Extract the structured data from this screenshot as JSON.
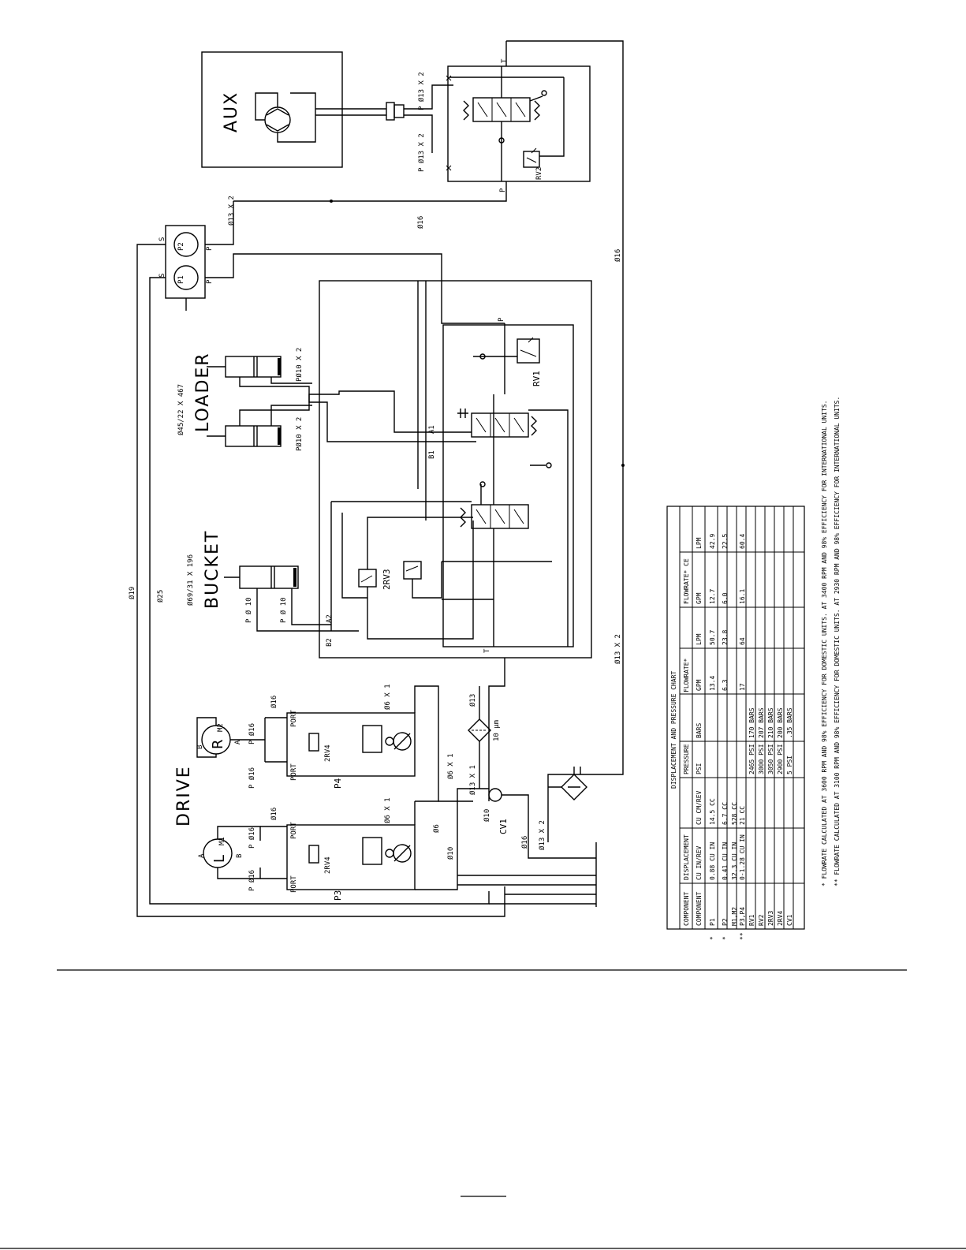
{
  "labels": {
    "aux": "AUX",
    "loader": "LOADER",
    "bucket": "BUCKET",
    "drive": "DRIVE",
    "loader_cyl_spec": "Ø45/22 X 467",
    "bucket_cyl_spec": "Ø69/31 X 196",
    "p_top_aux": "P  Ø13 X 2",
    "p_bot_aux": "P  Ø13 X 2",
    "t_aux": "T",
    "p_aux_valve": "P",
    "rv2": "RV2",
    "rv1": "RV1",
    "rv3": "2RV3",
    "rv4a": "2RV4",
    "rv4b": "2RV4",
    "p1": "P1",
    "p2": "P2",
    "p3": "P3",
    "p4": "P4",
    "m1": "M1",
    "m2": "M2",
    "l": "L",
    "r": "R",
    "cv1": "CV1",
    "filter": "10 µm",
    "a1": "A1",
    "b1": "B1",
    "a2": "A2",
    "b2": "B2",
    "t_main": "T",
    "p_main": "P",
    "d19": "Ø19",
    "d25": "Ø25",
    "d16a": "Ø16",
    "d16b": "Ø16",
    "d16c": "Ø16",
    "d16d": "Ø16",
    "d16e": "Ø16",
    "d16f": "Ø16",
    "d16g": "Ø16",
    "d13x2a": "Ø13 X 2",
    "d13x2b": "Ø13 X 2",
    "d13x2c": "Ø13 X 2",
    "d13": "Ø13",
    "d13x1": "Ø13 X 1",
    "d6x1a": "Ø6 X 1",
    "d6x1b": "Ø6 X 1",
    "d6x1c": "Ø6 X 1",
    "d6": "Ø6",
    "d10": "Ø10",
    "d10b": "Ø10",
    "p10x2a": "PØ10 X 2",
    "p10x2b": "PØ10 X 2",
    "pd10a": "P  Ø 10",
    "pd10b": "P  Ø 10",
    "p16a": "P   Ø16",
    "p16b": "P   Ø16",
    "p16c": "P   Ø16",
    "p16d": "P   Ø16",
    "s1": "S",
    "s2": "S",
    "pp1": "P",
    "pp2": "P",
    "port_a1": "A",
    "port_b1": "B",
    "port_a2": "A",
    "port_b2": "B",
    "port1": "PORT",
    "port2": "PORT",
    "port3": "PORT",
    "port4": "PORT"
  },
  "chart": {
    "title": "DISPLACEMENT AND PRESSURE CHART",
    "groups": [
      "COMPONENT",
      "DISPLACEMENT",
      "PRESSURE",
      "FLOWRATE*",
      "FLOWRATE* CE"
    ],
    "columns": [
      "COMPONENT",
      "CU IN/REV",
      "CU CM/REV",
      "PSI",
      "BARS",
      "GPM",
      "LPM",
      "GPM",
      "LPM"
    ],
    "rows": [
      {
        "mark": "*",
        "cells": [
          "P1",
          "0.88 CU IN",
          "14.5 CC",
          "",
          "",
          "13.4",
          "50.7",
          "12.7",
          "42.9"
        ]
      },
      {
        "mark": "*",
        "cells": [
          "P2",
          "0.41 CU IN",
          "6.7 CC",
          "",
          "",
          "6.3",
          "23.8",
          "6.0",
          "22.5"
        ]
      },
      {
        "mark": "",
        "cells": [
          "M1,M2",
          "32.3 CU IN",
          "528 CC",
          "",
          "",
          "",
          "",
          "",
          ""
        ]
      },
      {
        "mark": "**",
        "cells": [
          "P3,P4",
          "0-1.28 CU IN",
          "21 CC",
          "",
          "",
          "17",
          "64",
          "16.1",
          "60.4"
        ]
      },
      {
        "mark": "",
        "cells": [
          "RV1",
          "",
          "",
          "2465 PSI",
          "170 BARS",
          "",
          "",
          "",
          ""
        ]
      },
      {
        "mark": "",
        "cells": [
          "RV2",
          "",
          "",
          "3000 PSI",
          "207 BARS",
          "",
          "",
          "",
          ""
        ]
      },
      {
        "mark": "",
        "cells": [
          "2RV3",
          "",
          "",
          "3050 PSI",
          "210 BARS",
          "",
          "",
          "",
          ""
        ]
      },
      {
        "mark": "",
        "cells": [
          "2RV4",
          "",
          "",
          "2900 PSI",
          "200 BARS",
          "",
          "",
          "",
          ""
        ]
      },
      {
        "mark": "",
        "cells": [
          "CV1",
          "",
          "",
          "5 PSI",
          ".35 BARS",
          "",
          "",
          "",
          ""
        ]
      }
    ],
    "notes": [
      "*  FLOWRATE CALCULATED AT 3600 RPM AND 98% EFFICIENCY FOR DOMESTIC UNITS.  AT 3400 RPM AND 98% EFFICIENCY FOR INTERNATIONAL UNITS.",
      "** FLOWRATE CALCULATED AT 3100 RPM AND 98% EFFICIENCY FOR DOMESTIC UNITS.  AT 2930 RPM AND 98% EFFICIENCY FOR INTERNATIONAL UNITS."
    ]
  }
}
